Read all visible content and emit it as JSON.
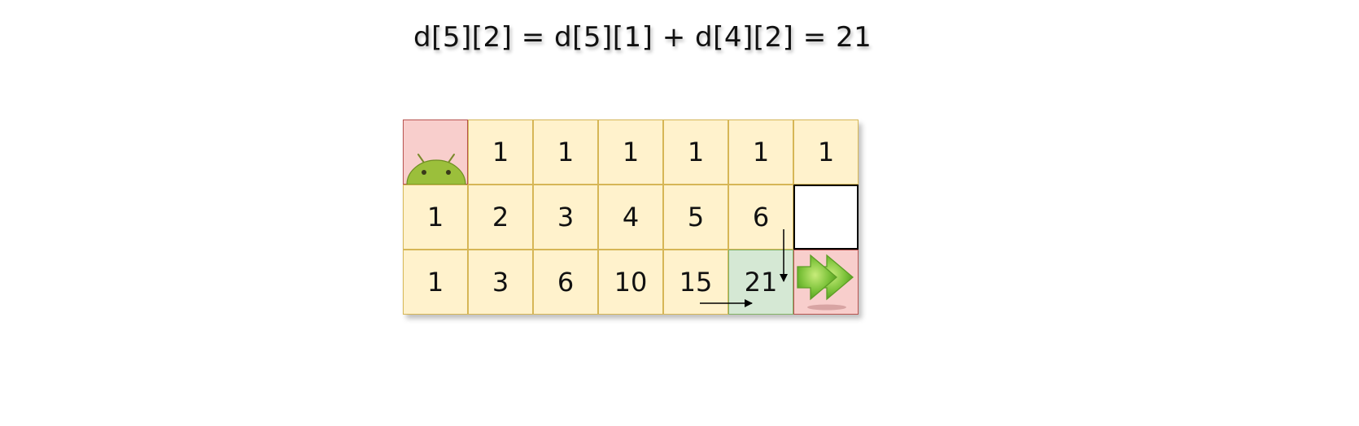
{
  "formula": "d[5][2] = d[5][1] + d[4][2] = 21",
  "grid": {
    "rows": [
      [
        {
          "value": "",
          "kind": "start",
          "icon": "android-robot-icon"
        },
        {
          "value": "1",
          "kind": "normal"
        },
        {
          "value": "1",
          "kind": "normal"
        },
        {
          "value": "1",
          "kind": "normal"
        },
        {
          "value": "1",
          "kind": "normal"
        },
        {
          "value": "1",
          "kind": "normal"
        },
        {
          "value": "1",
          "kind": "normal"
        }
      ],
      [
        {
          "value": "1",
          "kind": "normal"
        },
        {
          "value": "2",
          "kind": "normal"
        },
        {
          "value": "3",
          "kind": "normal"
        },
        {
          "value": "4",
          "kind": "normal"
        },
        {
          "value": "5",
          "kind": "normal"
        },
        {
          "value": "6",
          "kind": "normal"
        },
        {
          "value": "",
          "kind": "blocked"
        }
      ],
      [
        {
          "value": "1",
          "kind": "normal"
        },
        {
          "value": "3",
          "kind": "normal"
        },
        {
          "value": "6",
          "kind": "normal"
        },
        {
          "value": "10",
          "kind": "normal"
        },
        {
          "value": "15",
          "kind": "normal"
        },
        {
          "value": "21",
          "kind": "current"
        },
        {
          "value": "",
          "kind": "goal",
          "icon": "green-arrow-right-icon"
        }
      ]
    ]
  },
  "colors": {
    "cell_fill": "#fff2cc",
    "cell_border": "#d6b656",
    "start_goal_fill": "#f8cecc",
    "start_goal_border": "#b85450",
    "current_fill": "#d5e8d4",
    "current_border": "#82b366",
    "blocked_fill": "#ffffff"
  }
}
